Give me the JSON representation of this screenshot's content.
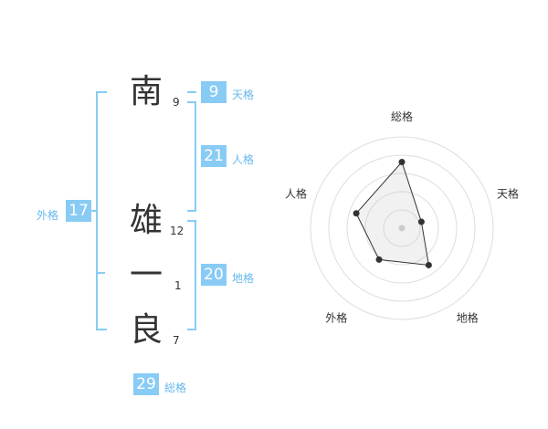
{
  "name": {
    "characters": [
      {
        "char": "南",
        "strokes": "9"
      },
      {
        "char": "雄",
        "strokes": "12"
      },
      {
        "char": "一",
        "strokes": "1"
      },
      {
        "char": "良",
        "strokes": "7"
      }
    ]
  },
  "fortunes": {
    "tenkaku": {
      "value": "9",
      "label": "天格"
    },
    "jinkaku": {
      "value": "21",
      "label": "人格"
    },
    "chikaku": {
      "value": "20",
      "label": "地格"
    },
    "gaikaku": {
      "value": "17",
      "label": "外格"
    },
    "soukaku": {
      "value": "29",
      "label": "総格"
    }
  },
  "colors": {
    "accent": "#88cbf5",
    "label": "#66b8ee",
    "text": "#333333"
  },
  "chart_data": {
    "type": "radar",
    "axes": [
      "総格",
      "天格",
      "地格",
      "外格",
      "人格"
    ],
    "values": [
      29,
      9,
      20,
      17,
      21
    ],
    "levels": 5
  }
}
